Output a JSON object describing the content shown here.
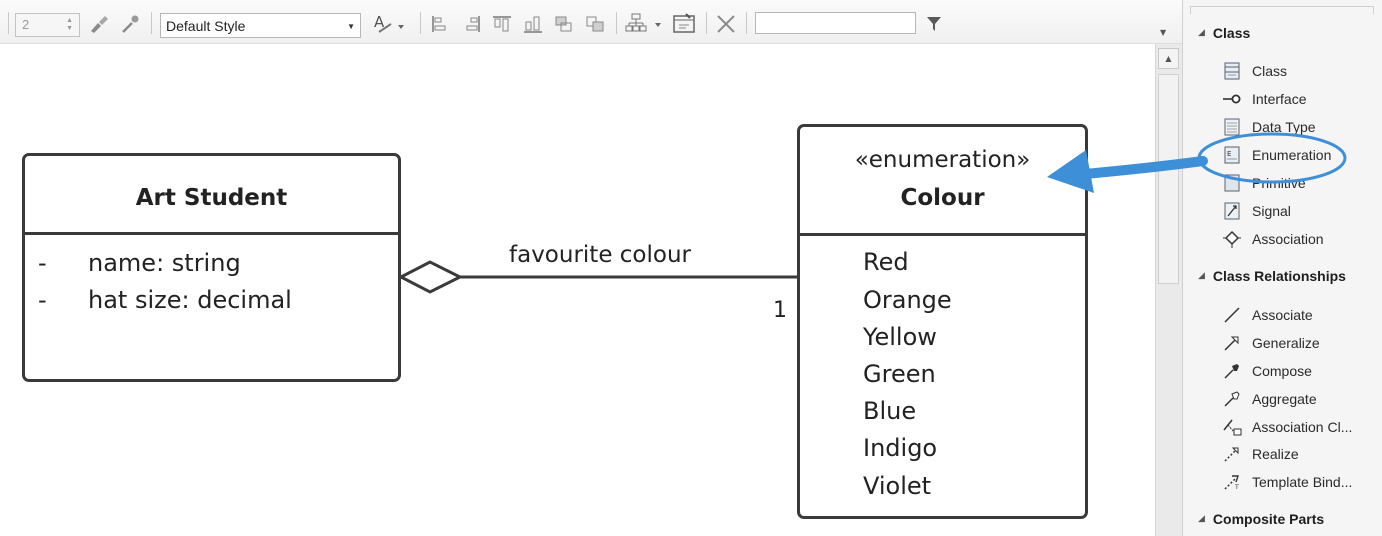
{
  "toolbar": {
    "zoom_value": "2",
    "style_select": "Default Style",
    "filter_value": ""
  },
  "diagram": {
    "art_student": {
      "title": "Art Student",
      "attributes": [
        {
          "visibility": "-",
          "text": "name: string"
        },
        {
          "visibility": "-",
          "text": "hat size: decimal"
        }
      ]
    },
    "colour": {
      "stereotype": "«enumeration»",
      "title": "Colour",
      "literals": [
        "Red",
        "Orange",
        "Yellow",
        "Green",
        "Blue",
        "Indigo",
        "Violet"
      ]
    },
    "association": {
      "label": "favourite colour",
      "multiplicity": "1"
    }
  },
  "toolbox": {
    "groups": [
      {
        "title": "Class",
        "items": [
          {
            "label": "Class",
            "icon": "class-icon"
          },
          {
            "label": "Interface",
            "icon": "interface-icon"
          },
          {
            "label": "Data Type",
            "icon": "data-type-icon"
          },
          {
            "label": "Enumeration",
            "icon": "enumeration-icon"
          },
          {
            "label": "Primitive",
            "icon": "primitive-icon"
          },
          {
            "label": "Signal",
            "icon": "signal-icon"
          },
          {
            "label": "Association",
            "icon": "association-diamond-icon"
          }
        ]
      },
      {
        "title": "Class Relationships",
        "items": [
          {
            "label": "Associate",
            "icon": "associate-icon"
          },
          {
            "label": "Generalize",
            "icon": "generalize-icon"
          },
          {
            "label": "Compose",
            "icon": "compose-icon"
          },
          {
            "label": "Aggregate",
            "icon": "aggregate-icon"
          },
          {
            "label": "Association Cl...",
            "icon": "association-class-icon"
          },
          {
            "label": "Realize",
            "icon": "realize-icon"
          },
          {
            "label": "Template Bind...",
            "icon": "template-binding-icon"
          }
        ]
      },
      {
        "title": "Composite Parts",
        "items": []
      }
    ]
  },
  "annotation": {
    "highlight_color": "#3d8fd8",
    "highlighted_item": "Enumeration"
  }
}
